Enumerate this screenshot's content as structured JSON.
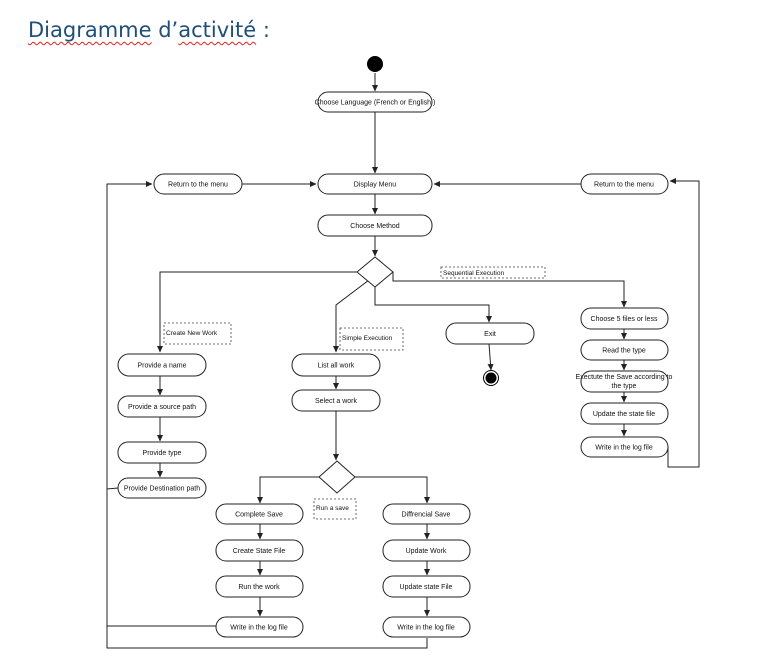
{
  "heading": {
    "part1": "Diagramme",
    "part2": " d’",
    "part3": "activité",
    "part4": " :"
  },
  "nodes": {
    "choose_language": "Choose Language (French or English )",
    "return_menu_left": "Return to the menu",
    "display_menu": "Display Menu",
    "return_menu_right": "Return to the menu",
    "choose_method": "Choose Method",
    "provide_name": "Provide a name",
    "provide_source": "Provide a source path",
    "provide_type": "Provide type",
    "provide_destination": "Provide Destination path",
    "list_all_work": "List all work",
    "select_work": "Select a work",
    "exit": "Exit",
    "choose_5_files": "Choose  5 files or less",
    "read_type": "Read the type",
    "execute_save_1": "Exectute the Save according to",
    "execute_save_2": "the type",
    "update_state_file_r": "Update the state file",
    "write_log_r": "Write in the log file",
    "complete_save": "Complete Save",
    "create_state_file": "Create State File",
    "run_work": "Run the work",
    "write_log_l": "Write in the log file",
    "diff_save": "Diffrencial Save",
    "update_work": "Update Work",
    "update_state_file_m": "Update state File",
    "write_log_m": "Write in the log file"
  },
  "notes": {
    "sequential": "Sequential Execution",
    "create_new_work": "Create New Work",
    "simple_execution": "Simple Execution",
    "run_save": "Run a save"
  }
}
